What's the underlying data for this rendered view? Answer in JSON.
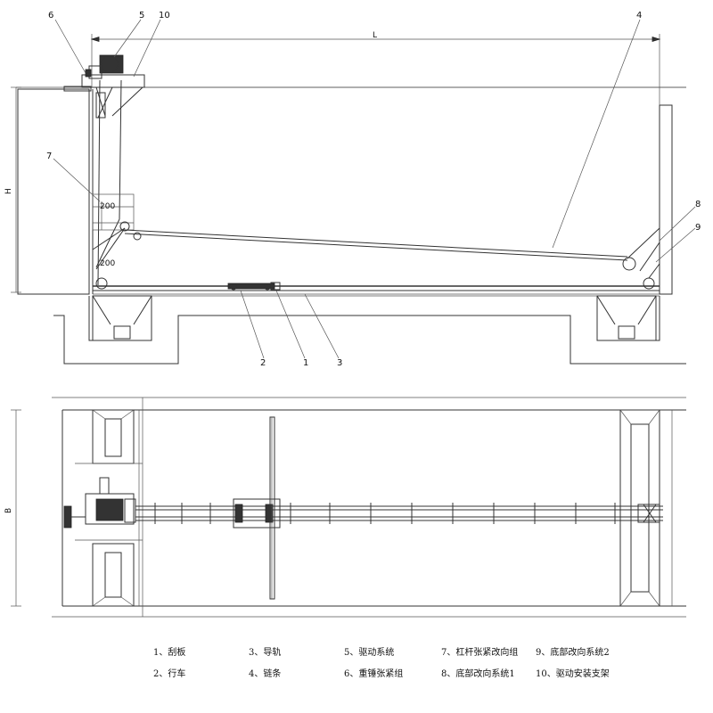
{
  "elevation": {
    "dim_L": "L",
    "dim_H": "H",
    "dim_200_upper": "200",
    "dim_200_lower": "200"
  },
  "plan": {
    "dim_B": "B"
  },
  "callouts": [
    "1",
    "2",
    "3",
    "4",
    "5",
    "6",
    "7",
    "8",
    "9",
    "10"
  ],
  "legend": {
    "row1": [
      "1、刮板",
      "3、导轨",
      "5、驱动系统",
      "7、杠杆张紧改向组",
      "9、底部改向系统2"
    ],
    "row2": [
      "2、行车",
      "4、链条",
      "6、重锤张紧组",
      "8、底部改向系统1",
      "10、驱动安装支架"
    ]
  }
}
